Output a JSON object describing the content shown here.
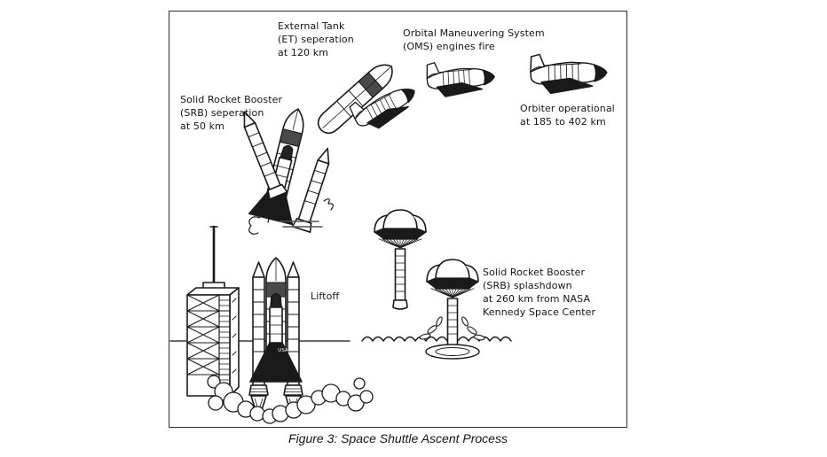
{
  "figure": {
    "caption": "Figure 3: Space Shuttle Ascent Process",
    "usa_marking": "USA",
    "stages": {
      "srb_separation": {
        "label": "Solid Rocket Booster\n(SRB) seperation\nat 50 km"
      },
      "et_separation": {
        "label": "External Tank\n(ET) seperation\nat 120 km"
      },
      "oms": {
        "label": "Orbital Maneuvering System\n(OMS) engines fire"
      },
      "orbiter_operational": {
        "label": "Orbiter operational\nat 185 to 402 km"
      },
      "liftoff": {
        "label": "Liftoff"
      },
      "srb_splashdown": {
        "label": "Solid Rocket Booster\n(SRB) splashdown\nat 260 km from NASA\nKennedy Space Center"
      }
    },
    "colors": {
      "line": "#1a1a1a",
      "shade": "#4a4a4a",
      "background": "#ffffff"
    }
  }
}
